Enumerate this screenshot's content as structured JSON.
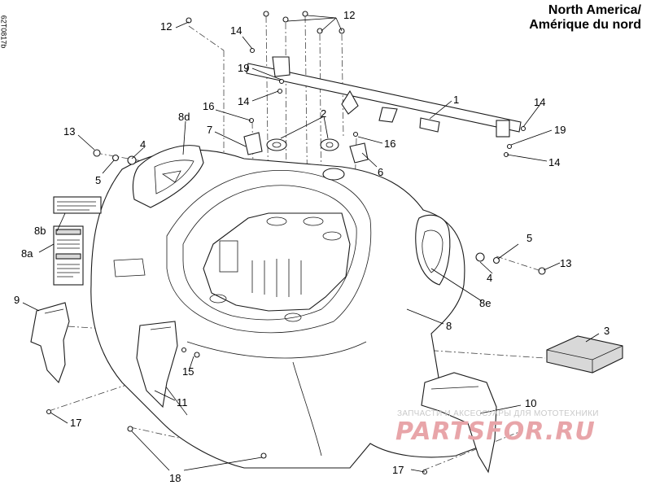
{
  "header": {
    "region_line1": "North America/",
    "region_line2": "Amérique du nord",
    "doc_code": "62T0817b"
  },
  "callouts": {
    "c1": "1",
    "c2": "2",
    "c3": "3",
    "c4a": "4",
    "c4b": "4",
    "c5a": "5",
    "c5b": "5",
    "c6": "6",
    "c7": "7",
    "c8": "8",
    "c8a": "8a",
    "c8b": "8b",
    "c8d": "8d",
    "c8e": "8e",
    "c9": "9",
    "c10": "10",
    "c11": "11",
    "c12a": "12",
    "c12b": "12",
    "c13a": "13",
    "c13b": "13",
    "c14a": "14",
    "c14b": "14",
    "c14c": "14",
    "c14d": "14",
    "c15": "15",
    "c16a": "16",
    "c16b": "16",
    "c17a": "17",
    "c17b": "17",
    "c18": "18",
    "c19a": "19",
    "c19b": "19"
  },
  "watermark": {
    "subtitle": "ЗАПЧАСТИ И АКСЕССУАРЫ ДЛЯ МОТОТЕХНИКИ",
    "brand": "PARTSFOR.RU"
  }
}
